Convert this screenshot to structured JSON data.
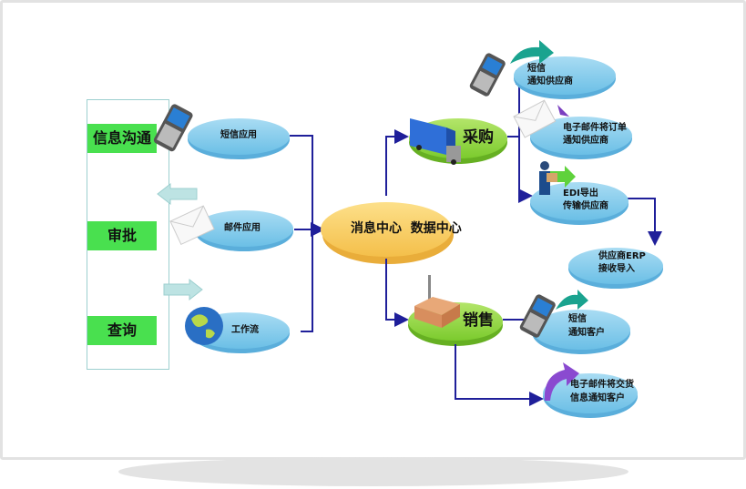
{
  "diagram": {
    "left_panel": {
      "items": [
        {
          "label": "信息沟通"
        },
        {
          "label": "审批"
        },
        {
          "label": "查询"
        }
      ]
    },
    "apps": [
      {
        "label": "短信应用",
        "icon": "mobile-phone-icon"
      },
      {
        "label": "邮件应用",
        "icon": "envelope-icon"
      },
      {
        "label": "工作流",
        "icon": "globe-icon"
      }
    ],
    "center": {
      "label": "消息中心  数据中心"
    },
    "purchase": {
      "label": "采购",
      "icon": "truck-icon",
      "outputs": [
        {
          "line1": "短信",
          "line2": "通知供应商",
          "icon": "mobile-phone-icon"
        },
        {
          "line1": "电子邮件将订单",
          "line2": "通知供应商",
          "icon": "envelope-icon"
        },
        {
          "line1": "EDI导出",
          "line2": "传输供应商",
          "icon": "delivery-worker-icon"
        }
      ],
      "erp": {
        "line1": "供应商ERP",
        "line2": "接收导入"
      }
    },
    "sales": {
      "label": "销售",
      "icon": "warehouse-icon",
      "outputs": [
        {
          "line1": "短信",
          "line2": "通知客户",
          "icon": "mobile-phone-icon"
        },
        {
          "line1": "电子邮件将交货",
          "line2": "信息通知客户",
          "icon": "curved-arrow-icon"
        }
      ]
    },
    "colors": {
      "blue_disk": "#7ec8ea",
      "green_disk": "#8cd43c",
      "orange_disk": "#f6c85a",
      "connector": "#1f1f9a",
      "label_green": "#49e04f"
    }
  }
}
